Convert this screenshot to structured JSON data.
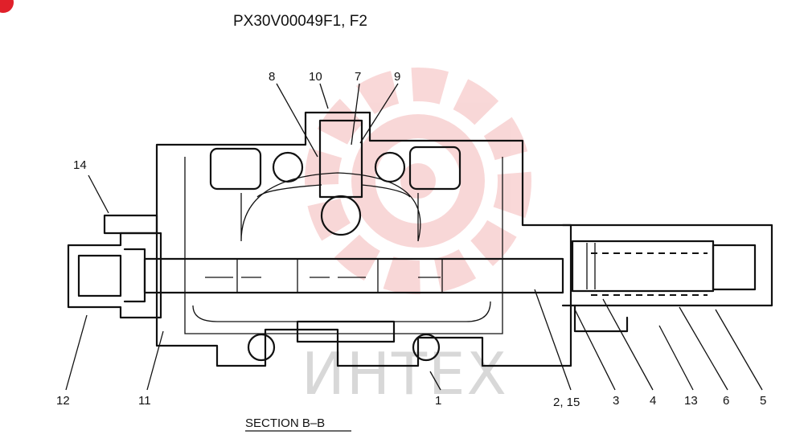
{
  "title": "PX30V00049F1, F2",
  "section_label": "SECTION  B–B",
  "watermark_text": "ИНТЕХ",
  "corner_badge_color": "#e0202a",
  "watermark_color": "#f4b8b8",
  "callouts": {
    "c1": "1",
    "c2_15": "2, 15",
    "c3": "3",
    "c4": "4",
    "c5": "5",
    "c6": "6",
    "c7": "7",
    "c8": "8",
    "c9": "9",
    "c10": "10",
    "c11": "11",
    "c12": "12",
    "c13": "13",
    "c14": "14"
  }
}
